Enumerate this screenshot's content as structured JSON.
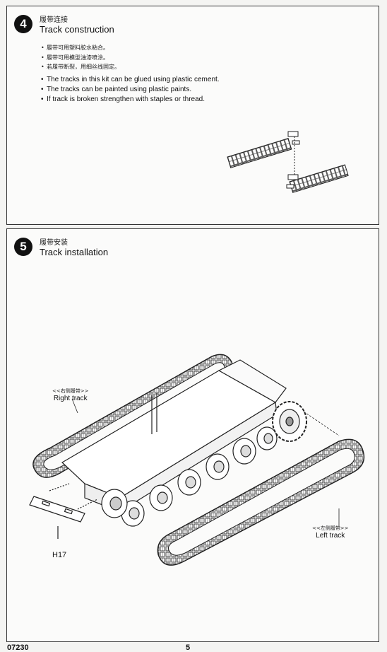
{
  "step4": {
    "number": "4",
    "title_cn": "履带连接",
    "title_en": "Track construction",
    "notes_cn": [
      "履带可用塑料胶水粘合。",
      "履带可用模型油漆喷涂。",
      "若履带断裂，用细丝线固定。"
    ],
    "notes_en": [
      "The tracks in this kit can be glued using plastic cement.",
      "The tracks can be painted using plastic paints.",
      "If track is broken strengthen with staples or thread."
    ]
  },
  "step5": {
    "number": "5",
    "title_cn": "履带安装",
    "title_en": "Track installation",
    "right_track_cn": "<<右侧履带>>",
    "right_track_en": "Right track",
    "left_track_cn": "<<左侧履带>>",
    "left_track_en": "Left track",
    "part_label": "H17"
  },
  "footer": {
    "code": "07230",
    "page_number": "5"
  },
  "colors": {
    "ink": "#1a1a1a",
    "paper": "#fbfbfa",
    "badge": "#111111"
  }
}
